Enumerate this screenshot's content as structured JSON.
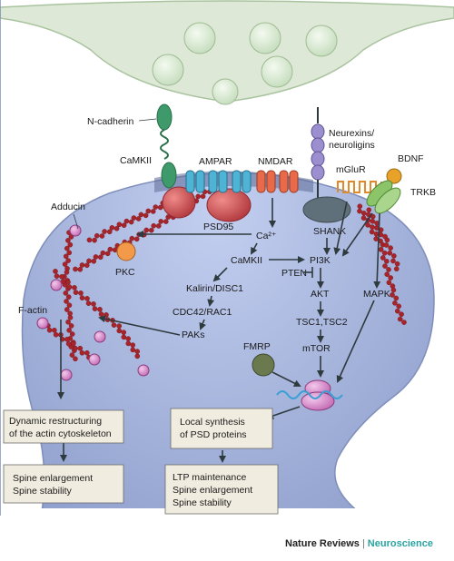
{
  "colors": {
    "presynaptic": "#dde9d6",
    "spine": "#a7b6d9",
    "spine_edge": "#7f8fba",
    "box_fill": "#f1ece0",
    "actin": "#a8242a",
    "arrow": "#2f3a3f",
    "journal_accent": "#2aa3a0"
  },
  "labels": {
    "ncadherin": "N-cadherin",
    "ampar": "AMPAR",
    "nmdar": "NMDAR",
    "neurexins1": "Neurexins/",
    "neurexins2": "neuroligins",
    "mglur": "mGluR",
    "bdnf": "BDNF",
    "trkb": "TRKB",
    "camkii_top": "CaMKII",
    "psd95": "PSD95",
    "adducin": "Adducin",
    "pkc": "PKC",
    "ca": "Ca²⁺",
    "shank": "SHANK",
    "camkii_mid": "CaMKII",
    "pi3k": "PI3K",
    "pten": "PTEN",
    "kalirin": "Kalirin/DISC1",
    "cdc42": "CDC42/RAC1",
    "paks": "PAKs",
    "akt": "AKT",
    "mapk": "MAPK",
    "tsc": "TSC1,TSC2",
    "fmrp": "FMRP",
    "mtor": "mTOR",
    "factin": "F-actin"
  },
  "boxes": {
    "dynamic1": "Dynamic restructuring",
    "dynamic2": "of the actin cytoskeleton",
    "local1": "Local synthesis",
    "local2": "of PSD proteins",
    "spine1": "Spine enlargement",
    "spine2": "Spine stability",
    "ltp1": "LTP maintenance",
    "ltp2": "Spine enlargement",
    "ltp3": "Spine stability"
  },
  "footer": {
    "journal": "Nature Reviews",
    "separator": "|",
    "section": "Neuroscience"
  }
}
